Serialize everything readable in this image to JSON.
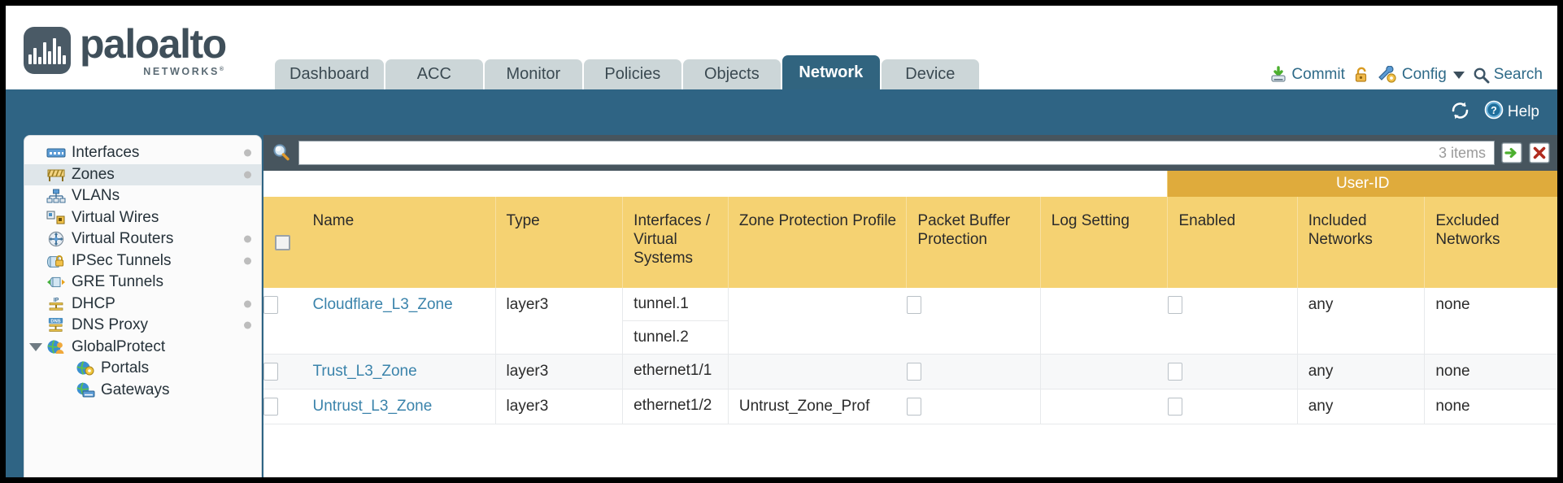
{
  "brand": {
    "name": "paloalto",
    "tagline": "NETWORKS",
    "registered": "®"
  },
  "nav": {
    "tabs": [
      {
        "label": "Dashboard",
        "active": false
      },
      {
        "label": "ACC",
        "active": false
      },
      {
        "label": "Monitor",
        "active": false
      },
      {
        "label": "Policies",
        "active": false
      },
      {
        "label": "Objects",
        "active": false
      },
      {
        "label": "Network",
        "active": true
      },
      {
        "label": "Device",
        "active": false
      }
    ]
  },
  "utilities": {
    "commit": "Commit",
    "lock_icon": "lock-icon",
    "config": "Config",
    "config_icon": "wrench-key-icon",
    "search": "Search",
    "search_icon": "magnifier-icon"
  },
  "toolbar": {
    "refresh_icon": "refresh-icon",
    "help": "Help",
    "help_icon": "help-question-icon"
  },
  "sidebar": {
    "items": [
      {
        "label": "Interfaces",
        "icon": "interfaces-icon",
        "dot": true,
        "selected": false,
        "child": false,
        "expander": false
      },
      {
        "label": "Zones",
        "icon": "zones-icon",
        "dot": true,
        "selected": true,
        "child": false,
        "expander": false
      },
      {
        "label": "VLANs",
        "icon": "vlans-icon",
        "dot": false,
        "selected": false,
        "child": false,
        "expander": false
      },
      {
        "label": "Virtual Wires",
        "icon": "virtual-wires-icon",
        "dot": false,
        "selected": false,
        "child": false,
        "expander": false
      },
      {
        "label": "Virtual Routers",
        "icon": "virtual-routers-icon",
        "dot": true,
        "selected": false,
        "child": false,
        "expander": false
      },
      {
        "label": "IPSec Tunnels",
        "icon": "ipsec-tunnels-icon",
        "dot": true,
        "selected": false,
        "child": false,
        "expander": false
      },
      {
        "label": "GRE Tunnels",
        "icon": "gre-tunnels-icon",
        "dot": false,
        "selected": false,
        "child": false,
        "expander": false
      },
      {
        "label": "DHCP",
        "icon": "dhcp-icon",
        "dot": true,
        "selected": false,
        "child": false,
        "expander": false
      },
      {
        "label": "DNS Proxy",
        "icon": "dns-proxy-icon",
        "dot": true,
        "selected": false,
        "child": false,
        "expander": false
      },
      {
        "label": "GlobalProtect",
        "icon": "globalprotect-icon",
        "dot": false,
        "selected": false,
        "child": false,
        "expander": true
      },
      {
        "label": "Portals",
        "icon": "portals-icon",
        "dot": false,
        "selected": false,
        "child": true,
        "expander": false
      },
      {
        "label": "Gateways",
        "icon": "gateways-icon",
        "dot": false,
        "selected": false,
        "child": true,
        "expander": false
      }
    ]
  },
  "filter": {
    "value": "",
    "placeholder": "",
    "items_count": "3 items",
    "apply_icon": "green-arrow-icon",
    "clear_icon": "red-x-icon",
    "search_icon": "magnifier-icon"
  },
  "table": {
    "group_header": "User-ID",
    "columns": [
      "Name",
      "Type",
      "Interfaces / Virtual Systems",
      "Zone Protection Profile",
      "Packet Buffer Protection",
      "Log Setting",
      "Enabled",
      "Included Networks",
      "Excluded Networks"
    ],
    "rows": [
      {
        "selected": false,
        "name": "Cloudflare_L3_Zone",
        "type": "layer3",
        "interfaces": [
          "tunnel.1",
          "tunnel.2"
        ],
        "zone_protection_profile": "",
        "packet_buffer_protection": false,
        "log_setting": "",
        "userid_enabled": false,
        "included_networks": "any",
        "excluded_networks": "none"
      },
      {
        "selected": false,
        "name": "Trust_L3_Zone",
        "type": "layer3",
        "interfaces": [
          "ethernet1/1"
        ],
        "zone_protection_profile": "",
        "packet_buffer_protection": false,
        "log_setting": "",
        "userid_enabled": false,
        "included_networks": "any",
        "excluded_networks": "none"
      },
      {
        "selected": false,
        "name": "Untrust_L3_Zone",
        "type": "layer3",
        "interfaces": [
          "ethernet1/2"
        ],
        "zone_protection_profile": "Untrust_Zone_Prof",
        "packet_buffer_protection": false,
        "log_setting": "",
        "userid_enabled": false,
        "included_networks": "any",
        "excluded_networks": "none"
      }
    ]
  },
  "colors": {
    "brand_blue": "#2f6484",
    "tab_active": "#31647f",
    "tab_inactive": "#ccd6d8",
    "header_gold": "#f5d272",
    "group_gold": "#dfab3c",
    "link_blue": "#3a83ab",
    "filterbar": "#47555e"
  }
}
